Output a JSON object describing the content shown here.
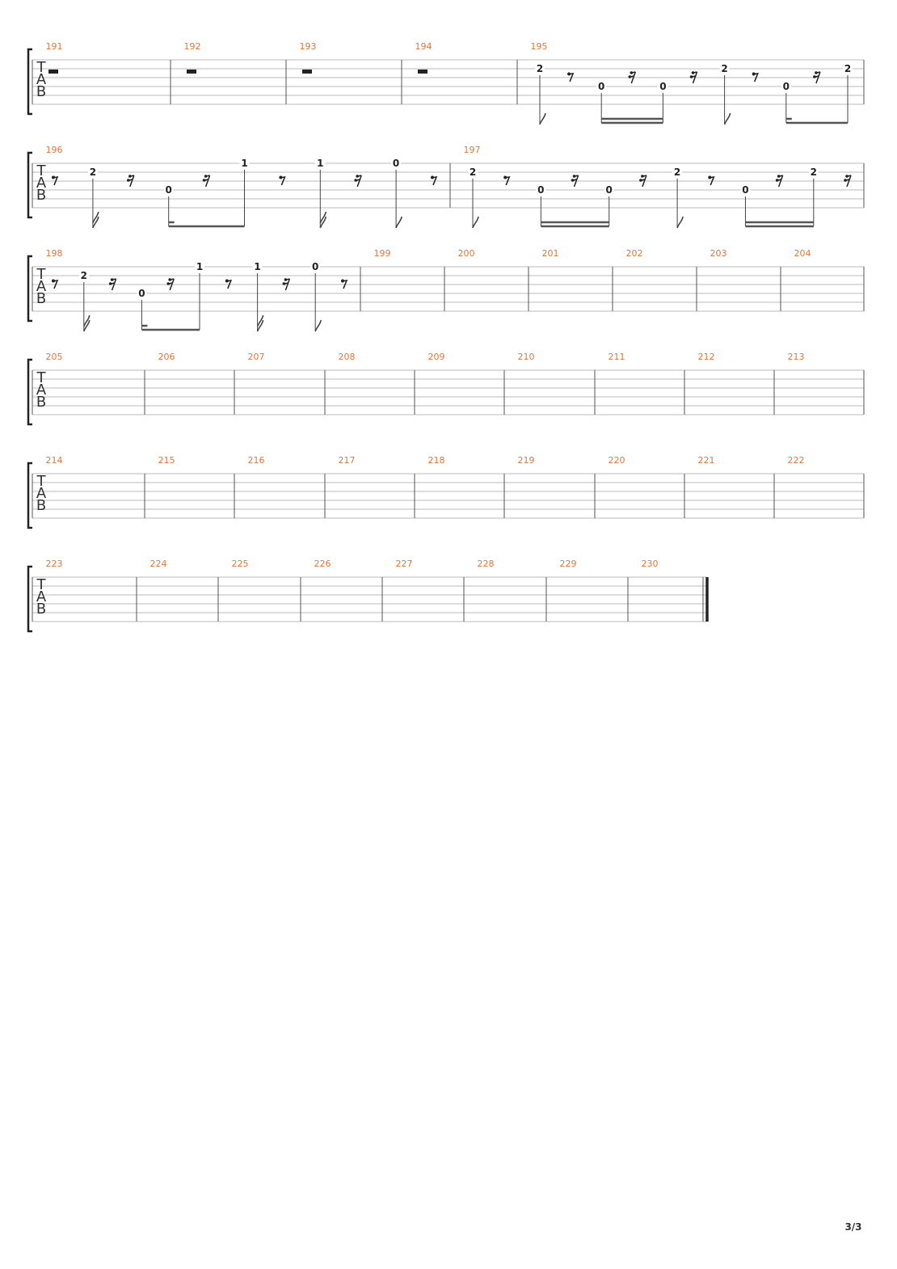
{
  "page": {
    "number": "3/3"
  },
  "tab_label": [
    "T",
    "A",
    "B"
  ],
  "systems": [
    {
      "measures": [
        {
          "num": "191",
          "events": [
            {
              "kind": "wrest"
            }
          ]
        },
        {
          "num": "192",
          "events": [
            {
              "kind": "wrest"
            }
          ]
        },
        {
          "num": "193",
          "events": [
            {
              "kind": "wrest"
            }
          ]
        },
        {
          "num": "194",
          "events": [
            {
              "kind": "wrest"
            }
          ]
        },
        {
          "num": "195",
          "events": [
            {
              "kind": "note",
              "fret": "2",
              "string": 2,
              "flag": "eighth"
            },
            {
              "kind": "rest8"
            },
            {
              "kind": "note",
              "fret": "0",
              "string": 4,
              "beam": "b1"
            },
            {
              "kind": "rest16"
            },
            {
              "kind": "note",
              "fret": "0",
              "string": 4,
              "beam": "b1"
            },
            {
              "kind": "rest16"
            },
            {
              "kind": "note",
              "fret": "2",
              "string": 2,
              "flag": "eighth"
            },
            {
              "kind": "rest8"
            },
            {
              "kind": "note",
              "fret": "0",
              "string": 4,
              "beam": "b2",
              "partial": true
            },
            {
              "kind": "rest16"
            },
            {
              "kind": "note",
              "fret": "2",
              "string": 2,
              "beam": "b2"
            }
          ]
        }
      ]
    },
    {
      "measures": [
        {
          "num": "196",
          "events": [
            {
              "kind": "rest8"
            },
            {
              "kind": "note",
              "fret": "2",
              "string": 2,
              "flag": "sixteenth"
            },
            {
              "kind": "rest16"
            },
            {
              "kind": "note",
              "fret": "0",
              "string": 4,
              "beam": "c1",
              "partial": true
            },
            {
              "kind": "rest16"
            },
            {
              "kind": "note",
              "fret": "1",
              "string": 1,
              "beam": "c1"
            },
            {
              "kind": "rest8"
            },
            {
              "kind": "note",
              "fret": "1",
              "string": 1,
              "flag": "sixteenth"
            },
            {
              "kind": "rest16"
            },
            {
              "kind": "note",
              "fret": "0",
              "string": 1,
              "flag": "eighth"
            },
            {
              "kind": "rest8"
            }
          ]
        },
        {
          "num": "197",
          "events": [
            {
              "kind": "note",
              "fret": "2",
              "string": 2,
              "flag": "eighth"
            },
            {
              "kind": "rest8"
            },
            {
              "kind": "note",
              "fret": "0",
              "string": 4,
              "beam": "c2"
            },
            {
              "kind": "rest16"
            },
            {
              "kind": "note",
              "fret": "0",
              "string": 4,
              "beam": "c2"
            },
            {
              "kind": "rest16"
            },
            {
              "kind": "note",
              "fret": "2",
              "string": 2,
              "flag": "eighth"
            },
            {
              "kind": "rest8"
            },
            {
              "kind": "note",
              "fret": "0",
              "string": 4,
              "beam": "c3"
            },
            {
              "kind": "rest16"
            },
            {
              "kind": "note",
              "fret": "2",
              "string": 2,
              "beam": "c3"
            },
            {
              "kind": "rest16"
            }
          ]
        }
      ]
    },
    {
      "measures": [
        {
          "num": "198",
          "events": [
            {
              "kind": "rest8"
            },
            {
              "kind": "note",
              "fret": "2",
              "string": 2,
              "flag": "sixteenth"
            },
            {
              "kind": "rest16"
            },
            {
              "kind": "note",
              "fret": "0",
              "string": 4,
              "beam": "d1",
              "partial": true
            },
            {
              "kind": "rest16"
            },
            {
              "kind": "note",
              "fret": "1",
              "string": 1,
              "beam": "d1"
            },
            {
              "kind": "rest8"
            },
            {
              "kind": "note",
              "fret": "1",
              "string": 1,
              "flag": "sixteenth"
            },
            {
              "kind": "rest16"
            },
            {
              "kind": "note",
              "fret": "0",
              "string": 1,
              "flag": "eighth"
            },
            {
              "kind": "rest8"
            }
          ]
        },
        {
          "num": "199",
          "events": []
        },
        {
          "num": "200",
          "events": []
        },
        {
          "num": "201",
          "events": []
        },
        {
          "num": "202",
          "events": []
        },
        {
          "num": "203",
          "events": []
        },
        {
          "num": "204",
          "events": []
        }
      ]
    },
    {
      "measures": [
        {
          "num": "205",
          "events": []
        },
        {
          "num": "206",
          "events": []
        },
        {
          "num": "207",
          "events": []
        },
        {
          "num": "208",
          "events": []
        },
        {
          "num": "209",
          "events": []
        },
        {
          "num": "210",
          "events": []
        },
        {
          "num": "211",
          "events": []
        },
        {
          "num": "212",
          "events": []
        },
        {
          "num": "213",
          "events": []
        }
      ]
    },
    {
      "measures": [
        {
          "num": "214",
          "events": []
        },
        {
          "num": "215",
          "events": []
        },
        {
          "num": "216",
          "events": []
        },
        {
          "num": "217",
          "events": []
        },
        {
          "num": "218",
          "events": []
        },
        {
          "num": "219",
          "events": []
        },
        {
          "num": "220",
          "events": []
        },
        {
          "num": "221",
          "events": []
        },
        {
          "num": "222",
          "events": []
        }
      ]
    },
    {
      "final_barline": true,
      "measures": [
        {
          "num": "223",
          "events": []
        },
        {
          "num": "224",
          "events": []
        },
        {
          "num": "225",
          "events": []
        },
        {
          "num": "226",
          "events": []
        },
        {
          "num": "227",
          "events": []
        },
        {
          "num": "228",
          "events": []
        },
        {
          "num": "229",
          "events": []
        },
        {
          "num": "230",
          "events": []
        }
      ]
    }
  ]
}
